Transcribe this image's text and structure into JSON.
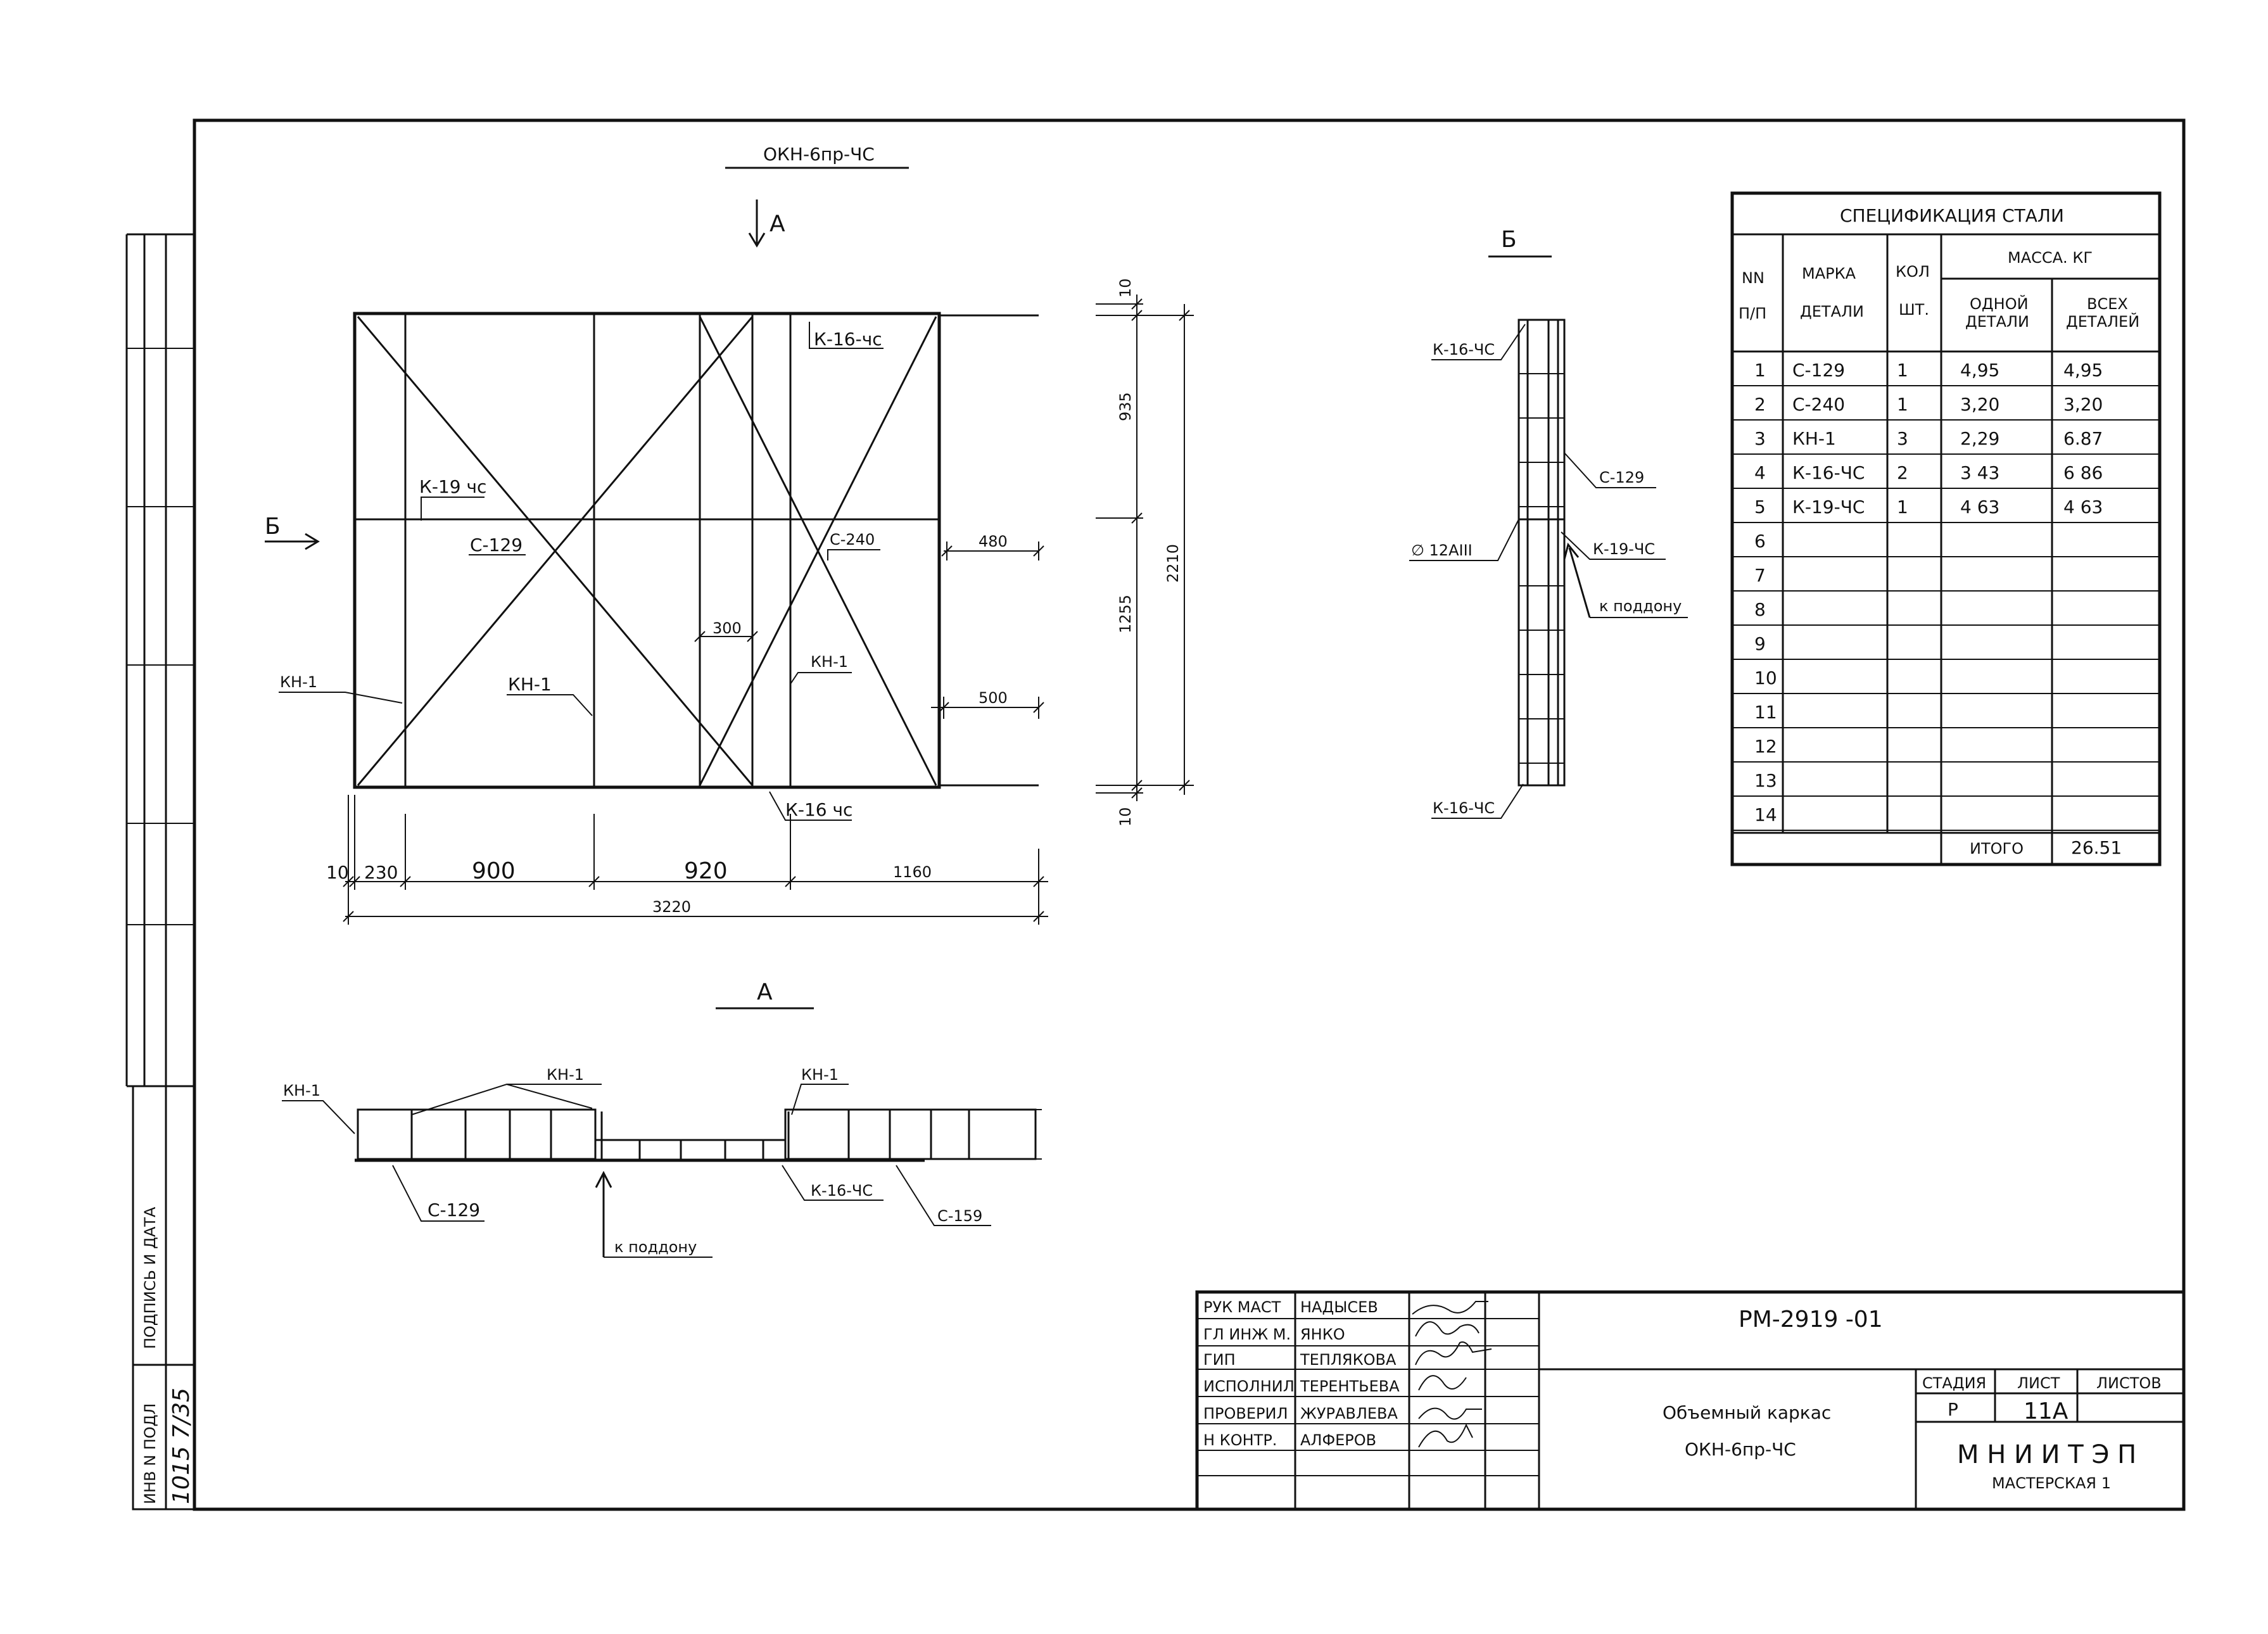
{
  "drawing": {
    "top_title": "ОКН-6пр-ЧС",
    "arrow_a": "А",
    "arrow_b": "Б",
    "labels": {
      "k16_top": "К-16-чс",
      "k19": "К-19 чс",
      "c129": "С-129",
      "c240": "С-240",
      "kh1_left": "КН-1",
      "kh1_mid": "КН-1",
      "kh1_right": "КН-1",
      "k16_bottom": "К-16 чс"
    },
    "dims": {
      "d480": "480",
      "d500": "500",
      "d300": "300",
      "d10_top": "10",
      "d935": "935",
      "d1255": "1255",
      "d2210": "2210",
      "d10_bottom": "10",
      "b10": "10",
      "b230": "230",
      "b900": "900",
      "b920": "920",
      "b1160": "1160",
      "b3220": "3220"
    }
  },
  "section_a": {
    "title": "А",
    "kh1_a": "КН-1",
    "kh1_b": "КН-1",
    "kh1_c": "КН-1",
    "c129": "С-129",
    "to_pallet": "к поддону",
    "k16": "К-16-ЧС",
    "c159": "С-159"
  },
  "section_b": {
    "title": "Б",
    "k16_top": "К-16-ЧС",
    "c129": "С-129",
    "diameter": "∅ 12АIII",
    "k19": "К-19-ЧС",
    "to_pallet": "к поддону",
    "k16_bottom": "К-16-ЧС"
  },
  "spec": {
    "title": "СПЕЦИФИКАЦИЯ СТАЛИ",
    "h_nn": "NN",
    "h_pp": "П/П",
    "h_marka": "МАРКА",
    "h_detali": "ДЕТАЛИ",
    "h_kol": "КОЛ",
    "h_sht": "ШТ.",
    "h_massa": "МАССА. КГ",
    "h_one1": "ОДНОЙ",
    "h_one2": "ДЕТАЛИ",
    "h_all1": "ВСЕХ",
    "h_all2": "ДЕТАЛЕЙ",
    "rows": [
      {
        "n": "1",
        "mark": "С-129",
        "qty": "1",
        "one": "4,95",
        "all": "4,95"
      },
      {
        "n": "2",
        "mark": "С-240",
        "qty": "1",
        "one": "3,20",
        "all": "3,20"
      },
      {
        "n": "3",
        "mark": "КН-1",
        "qty": "3",
        "one": "2,29",
        "all": "6.87"
      },
      {
        "n": "4",
        "mark": "К-16-ЧС",
        "qty": "2",
        "one": "3 43",
        "all": "6 86"
      },
      {
        "n": "5",
        "mark": "К-19-ЧС",
        "qty": "1",
        "one": "4 63",
        "all": "4 63"
      },
      {
        "n": "6",
        "mark": "",
        "qty": "",
        "one": "",
        "all": ""
      },
      {
        "n": "7",
        "mark": "",
        "qty": "",
        "one": "",
        "all": ""
      },
      {
        "n": "8",
        "mark": "",
        "qty": "",
        "one": "",
        "all": ""
      },
      {
        "n": "9",
        "mark": "",
        "qty": "",
        "one": "",
        "all": ""
      },
      {
        "n": "10",
        "mark": "",
        "qty": "",
        "one": "",
        "all": ""
      },
      {
        "n": "11",
        "mark": "",
        "qty": "",
        "one": "",
        "all": ""
      },
      {
        "n": "12",
        "mark": "",
        "qty": "",
        "one": "",
        "all": ""
      },
      {
        "n": "13",
        "mark": "",
        "qty": "",
        "one": "",
        "all": ""
      },
      {
        "n": "14",
        "mark": "",
        "qty": "",
        "one": "",
        "all": ""
      }
    ],
    "total_label": "ИТОГО",
    "total_value": "26.51"
  },
  "title_block": {
    "roles": [
      "РУК МАСТ",
      "ГЛ ИНЖ М.",
      "ГИП",
      "ИСПОЛНИЛ",
      "ПРОВЕРИЛ",
      "Н КОНТР."
    ],
    "names": [
      "НАДЫСЕВ",
      "ЯНКО",
      "ТЕПЛЯКОВА",
      "ТЕРЕНТЬЕВА",
      "ЖУРАВЛЕВА",
      "АЛФЕРОВ"
    ],
    "code": "РМ-2919 -01",
    "desc1": "Объемный каркас",
    "desc2": "ОКН-6пр-ЧС",
    "stage_h": "СТАДИЯ",
    "sheet_h": "ЛИСТ",
    "sheets_h": "ЛИСТОВ",
    "stage": "Р",
    "sheet": "11А",
    "org": "М Н И И Т Э П",
    "workshop": "МАСТЕРСКАЯ 1"
  },
  "side_stamp": {
    "inv": "ИНВ N ПОДЛ",
    "sign": "ПОДПИСЬ И ДАТА",
    "inv_value": "1015 7/35"
  }
}
